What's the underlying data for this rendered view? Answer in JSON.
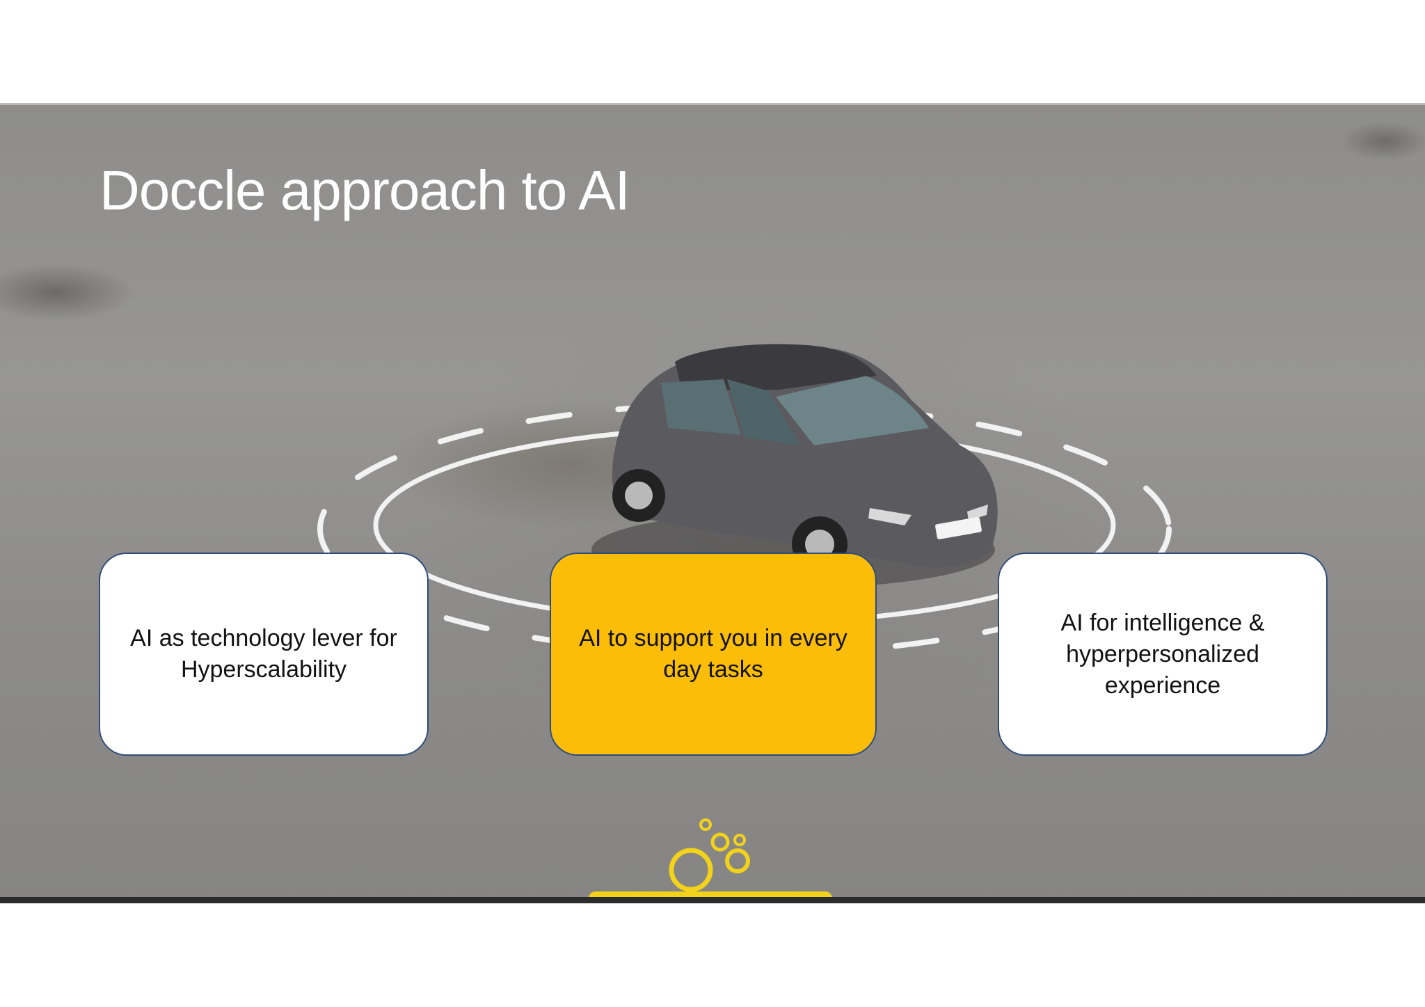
{
  "slide": {
    "title": "Doccle approach to AI",
    "background_image": "aerial-car-in-chalk-circle-photo",
    "accent_color": "#fbbd07",
    "card_border_color": "#2f4b7c"
  },
  "cards": [
    {
      "text": "AI as technology lever for Hyperscalability",
      "background": "#ffffff"
    },
    {
      "text": "AI to support you in every day tasks",
      "background": "#fbbd07"
    },
    {
      "text": "AI for intelligence & hyperpersonalized experience",
      "background": "#ffffff"
    }
  ],
  "logo": {
    "icon": "doccle-bubbles-logo",
    "color": "#f2d21a"
  }
}
